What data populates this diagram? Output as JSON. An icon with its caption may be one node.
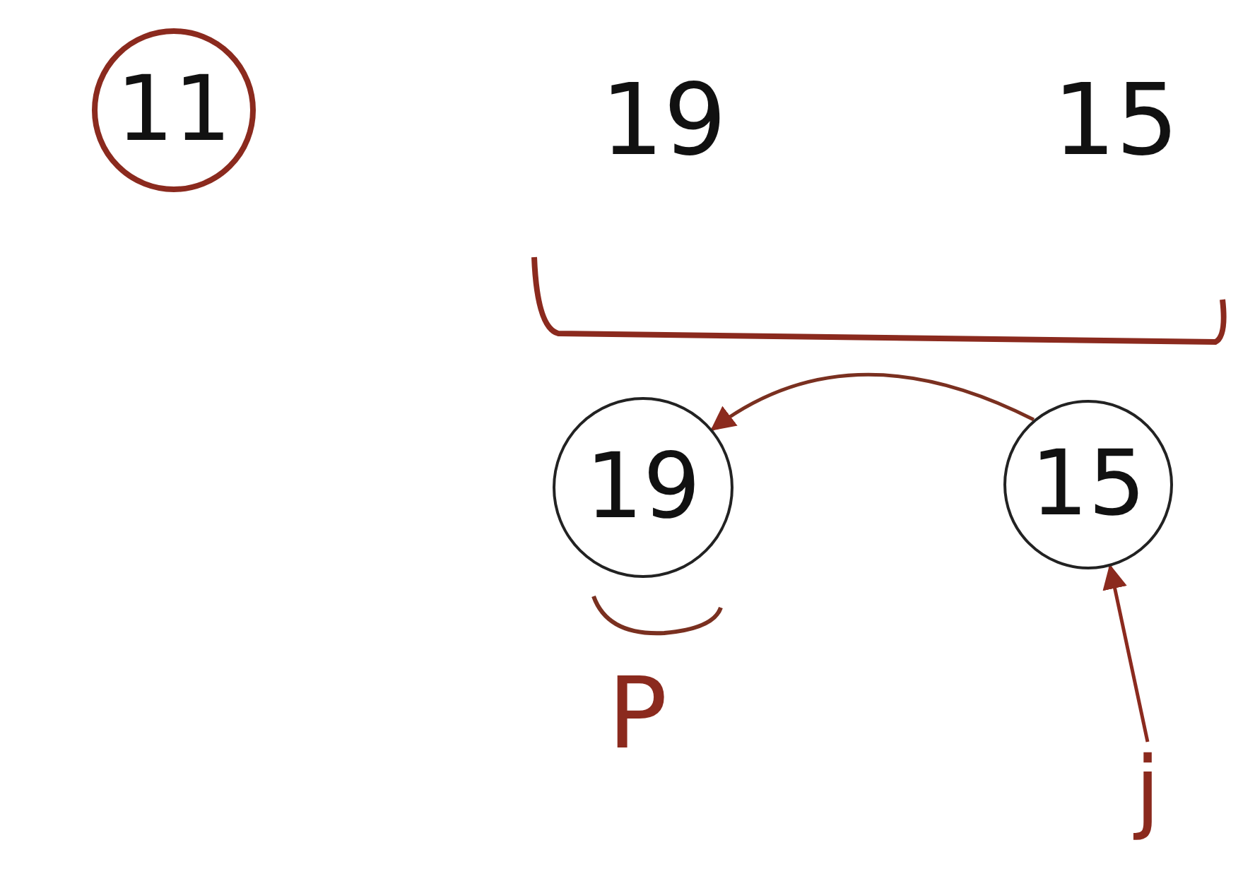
{
  "diagram": {
    "nodes": [
      {
        "text": [
          "11"
        ]
      },
      {
        "text": [
          "19"
        ]
      },
      {
        "text": [
          "15"
        ]
      },
      {
        "text": [
          "j"
        ]
      }
    ],
    "edges": [
      {
        "from": 2,
        "to": 1,
        "arrow": "to"
      },
      {
        "from": 3,
        "to": 2,
        "arrow": "to"
      }
    ],
    "labels": [
      "19",
      "15",
      "P"
    ]
  }
}
